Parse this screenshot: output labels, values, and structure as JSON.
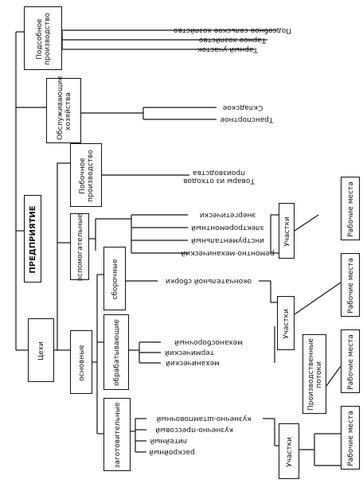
{
  "root": "ПРЕДПРИЯТИЕ",
  "auxiliary_production": {
    "label": "Подсобное производство",
    "items": [
      "Подсобное сельское хозяйство",
      "Тарное хозяйство",
      "Тарный участок"
    ]
  },
  "service_facilities": {
    "label": "Обслуживающие хозяйства",
    "items": [
      "Складское",
      "Транспортное"
    ]
  },
  "workshops": {
    "label": "Цехи",
    "side": {
      "label": "Побочное производство",
      "items": [
        "Товары из отходов производства"
      ]
    },
    "auxiliary": {
      "label": "вспомогательные",
      "items": [
        "энергетически",
        "электроремонтный",
        "инструментальный",
        "ремонтно-механический"
      ]
    },
    "main": {
      "label": "основные",
      "assembly": {
        "label": "сборочные",
        "items": [
          "окончательной сборки"
        ]
      },
      "processing": {
        "label": "обрабатывающие",
        "items": [
          "механосборочный",
          "термический",
          "механический"
        ]
      },
      "procurement": {
        "label": "заготовительные",
        "items": [
          "кузнечно-штамповочный",
          "кузнечно-прессовый",
          "литейный",
          "раскройный"
        ]
      }
    }
  },
  "sections_label": "Участки",
  "workplaces_label": "Рабочие места",
  "production_flows_label": "Производственные потоки"
}
